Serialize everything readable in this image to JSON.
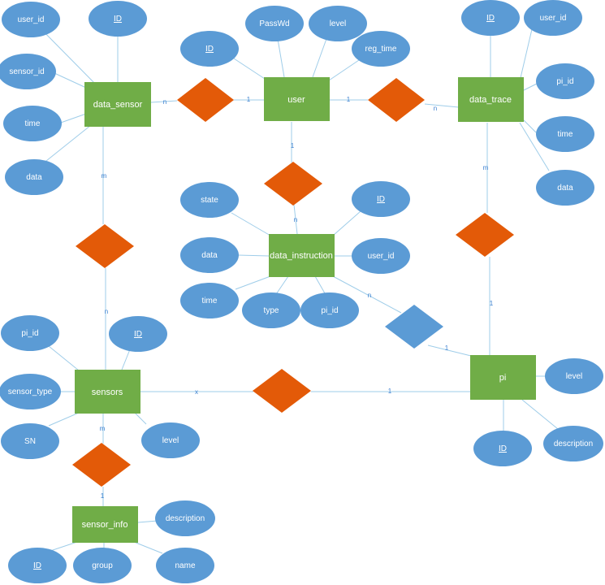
{
  "colors": {
    "entity": "#70ad47",
    "attribute": "#5b9bd5",
    "relationship_orange": "#e35a08",
    "relationship_blue": "#5b9bd5",
    "line": "#9fcde9",
    "cardinality": "#3a7fd0"
  },
  "entities": {
    "user": "user",
    "data_sensor": "data_sensor",
    "data_trace": "data_trace",
    "data_instruction": "data_instruction",
    "sensors": "sensors",
    "pi": "pi",
    "sensor_info": "sensor_info"
  },
  "attributes": {
    "user_id_ds": "user_id",
    "id_ds": "ID",
    "sensor_id_ds": "sensor_id",
    "time_ds": "time",
    "data_ds": "data",
    "id_user": "ID",
    "passwd_user": "PassWd",
    "level_user": "level",
    "reg_time_user": "reg_time",
    "id_dt": "ID",
    "user_id_dt": "user_id",
    "pi_id_dt": "pi_id",
    "time_dt": "time",
    "data_dt": "data",
    "state_di": "state",
    "id_di": "ID",
    "data_di": "data",
    "user_id_di": "user_id",
    "time_di": "time",
    "type_di": "type",
    "pi_id_di": "pi_id",
    "pi_id_s": "pi_id",
    "id_s": "ID",
    "sensor_type_s": "sensor_type",
    "sn_s": "SN",
    "level_s": "level",
    "level_pi": "level",
    "description_pi": "description",
    "id_pi": "ID",
    "description_si": "description",
    "id_si": "ID",
    "group_si": "group",
    "name_si": "name"
  },
  "cardinalities": {
    "ds_user_n": "n",
    "ds_user_1": "1",
    "user_dt_1": "1",
    "user_dt_n": "n",
    "user_di_1": "1",
    "user_di_n": "n",
    "ds_sensors_m": "m",
    "ds_sensors_n": "n",
    "dt_pi_m": "m",
    "dt_pi_1": "1",
    "di_pi_n": "n",
    "di_pi_1": "1",
    "sensors_pi_x": "x",
    "sensors_pi_1": "1",
    "sensors_si_m": "m",
    "sensors_si_1": "1"
  }
}
